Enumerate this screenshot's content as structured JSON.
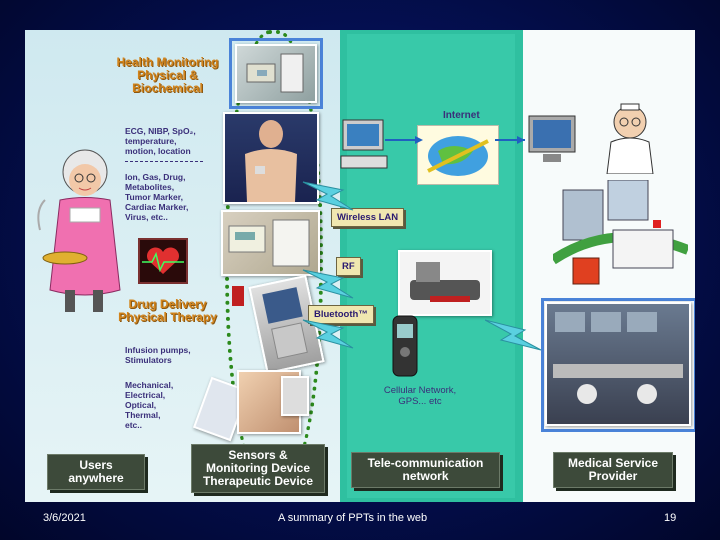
{
  "diagram": {
    "health_monitoring": [
      "Health Monitoring",
      "Physical &",
      "Biochemical"
    ],
    "vitals_list": [
      "ECG, NIBP, SpO₂,",
      "temperature,",
      "motion, location"
    ],
    "biochem_list": [
      "Ion, Gas, Drug,",
      "Metabolites,",
      "Tumor Marker,",
      "Cardiac Marker,",
      "Virus, etc.."
    ],
    "drug_delivery": [
      "Drug Delivery",
      "Physical Therapy"
    ],
    "infusion_list": [
      "Infusion pumps,",
      "Stimulators"
    ],
    "therapy_list": [
      "Mechanical,",
      "Electrical,",
      "Optical,",
      "Thermal,",
      "etc.."
    ],
    "wireless_lan": "Wireless LAN",
    "rf": "RF",
    "bluetooth": "Bluetooth™",
    "internet": "Internet",
    "cellular": [
      "Cellular Network,",
      "GPS... etc"
    ],
    "captions": {
      "users": [
        "Users",
        "anywhere"
      ],
      "sensors": [
        "Sensors &",
        "Monitoring Device",
        "Therapeutic Device"
      ],
      "telecom": [
        "Tele-communication",
        "network"
      ],
      "medical": [
        "Medical Service",
        "Provider"
      ]
    }
  },
  "footer": {
    "date": "3/6/2021",
    "title": "A summary of PPTs in the web",
    "page": "19"
  }
}
